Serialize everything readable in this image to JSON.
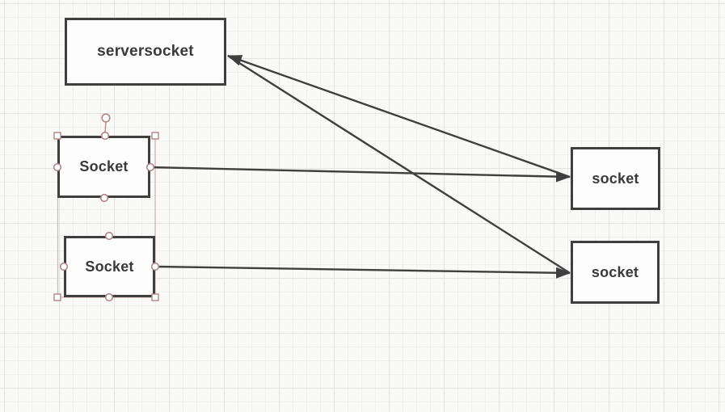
{
  "canvas": {
    "background_color": "#f9f9f7",
    "grid_minor_color": "#efefed",
    "grid_major_color": "#e3e3e1"
  },
  "diagram": {
    "nodes": [
      {
        "id": "serversocket",
        "label": "serversocket"
      },
      {
        "id": "socket-left-1",
        "label": "Socket",
        "selected": true
      },
      {
        "id": "socket-left-2",
        "label": "Socket",
        "selected": true
      },
      {
        "id": "socket-right-1",
        "label": "socket"
      },
      {
        "id": "socket-right-2",
        "label": "socket"
      }
    ],
    "edges": [
      {
        "from": "socket-left-1",
        "to": "socket-right-1",
        "arrow": "end"
      },
      {
        "from": "socket-left-2",
        "to": "socket-right-2",
        "arrow": "end"
      },
      {
        "from": "socket-right-1",
        "to": "serversocket",
        "arrow": "end"
      },
      {
        "from": "serversocket",
        "to": "socket-right-2",
        "arrow": "end"
      }
    ],
    "colors": {
      "node_border": "#3f3f3f",
      "node_fill": "#fdfdfd",
      "edge": "#3f3f3f",
      "label": "#3a3a3a"
    },
    "selection": {
      "selected_node_ids": [
        "socket-left-1",
        "socket-left-2"
      ],
      "handle_stroke": "#b08585",
      "handle_fill": "#ffffff",
      "bounds_stroke": "#d8b0b0"
    }
  }
}
